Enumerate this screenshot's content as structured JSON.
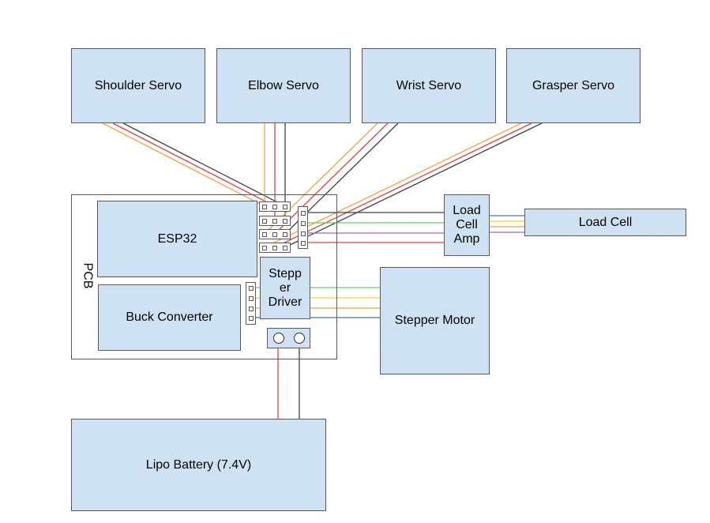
{
  "diagram": {
    "pcb_label": "PCB",
    "components": {
      "shoulder_servo": "Shoulder Servo",
      "elbow_servo": "Elbow Servo",
      "wrist_servo": "Wrist Servo",
      "grasper_servo": "Grasper Servo",
      "esp32": "ESP32",
      "buck_converter": "Buck Converter",
      "stepper_driver": "Stepp\ner\nDriver",
      "load_cell_amp": "Load\nCell\nAmp",
      "load_cell": "Load Cell",
      "stepper_motor": "Stepper Motor",
      "lipo_battery": "Lipo Battery (7.4V)"
    },
    "wire_colors": {
      "orange": "#f6a13b",
      "red": "#e0403a",
      "dark": "#404040",
      "green": "#5ad65a",
      "yellow": "#f2d43c",
      "purple": "#b060c8",
      "blue": "#3d7ab8"
    }
  }
}
